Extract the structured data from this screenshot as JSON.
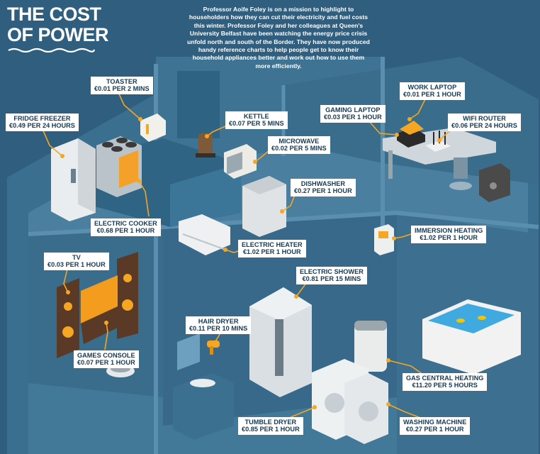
{
  "title": [
    "THE COST",
    "OF POWER"
  ],
  "intro": "Professor Aoife Foley is on a mission to highlight to householders how they can cut their electricity and fuel costs this winter. Professor Foley and her colleagues at Queen's University Belfast have been watching the energy price crisis unfold north and south of the Border. They have now produced handy reference charts to help people get to know their household appliances better and work out how to use them more efficiently.",
  "appliances": {
    "toaster": {
      "name": "TOASTER",
      "cost": "€0.01 PER 2 MINS"
    },
    "fridge_freezer": {
      "name": "FRIDGE FREEZER",
      "cost": "€0.49 PER 24 HOURS"
    },
    "kettle": {
      "name": "KETTLE",
      "cost": "€0.07 PER 5 MINS"
    },
    "microwave": {
      "name": "MICROWAVE",
      "cost": "€0.02 PER 5 MINS"
    },
    "gaming_laptop": {
      "name": "GAMING LAPTOP",
      "cost": "€0.03 PER 1 HOUR"
    },
    "work_laptop": {
      "name": "WORK LAPTOP",
      "cost": "€0.01 PER 1 HOUR"
    },
    "wifi_router": {
      "name": "WIFI ROUTER",
      "cost": "€0.06 PER 24 HOURS"
    },
    "dishwasher": {
      "name": "DISHWASHER",
      "cost": "€0.27 PER 1 HOUR"
    },
    "electric_cooker": {
      "name": "ELECTRIC COOKER",
      "cost": "€0.68 PER 1 HOUR"
    },
    "immersion_heating": {
      "name": "IMMERSION HEATING",
      "cost": "€1.02 PER 1 HOUR"
    },
    "electric_heater": {
      "name": "ELECTRIC HEATER",
      "cost": "€1.02 PER 1 HOUR"
    },
    "tv": {
      "name": "TV",
      "cost": "€0.03 PER 1 HOUR"
    },
    "electric_shower": {
      "name": "ELECTRIC SHOWER",
      "cost": "€0.81 PER 15 MINS"
    },
    "hair_dryer": {
      "name": "HAIR DRYER",
      "cost": "€0.11 PER 10 MINS"
    },
    "games_console": {
      "name": "GAMES CONSOLE",
      "cost": "€0.07 PER 1 HOUR"
    },
    "gas_central_heating": {
      "name": "GAS CENTRAL HEATING",
      "cost": "€11.20 PER 5 HOURS"
    },
    "tumble_dryer": {
      "name": "TUMBLE DRYER",
      "cost": "€0.85 PER 1 HOUR"
    },
    "washing_machine": {
      "name": "WASHING MACHINE",
      "cost": "€0.27 PER 1 HOUR"
    }
  },
  "colors": {
    "background": "#2f5e7f",
    "wall": "#3f7393",
    "floor": "#4a7f9f",
    "accent": "#f5a623",
    "label_bg": "#ffffff",
    "label_text": "#173a52"
  }
}
